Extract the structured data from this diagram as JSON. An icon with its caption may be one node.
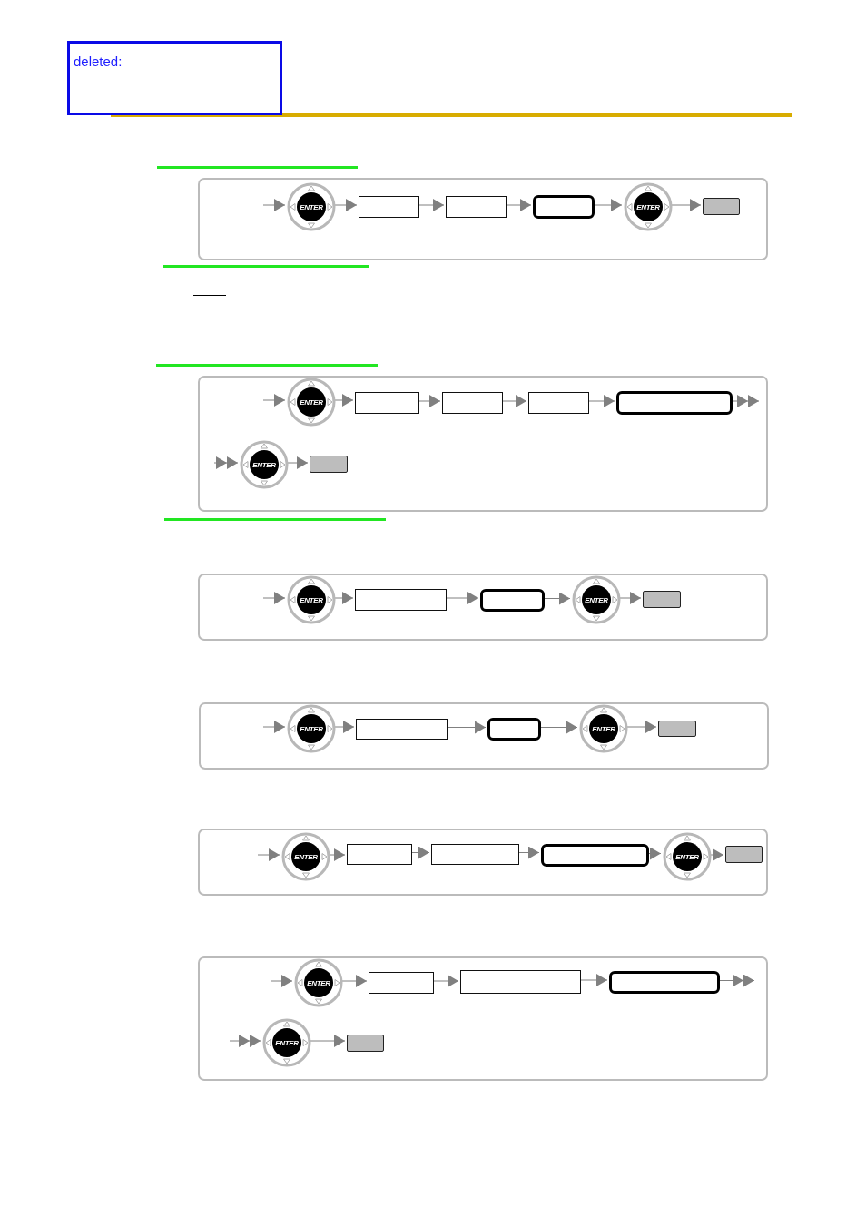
{
  "diagram": {
    "nodes": [
      {
        "text": [],
        "shape": "box"
      },
      {
        "text": [
          "ENTER"
        ],
        "in": 0
      },
      {
        "text": [],
        "shape": "box",
        "in": 0
      },
      {
        "text": [],
        "shape": "box",
        "in": 0
      },
      {
        "text": [],
        "shape": "box",
        "in": 0
      },
      {
        "text": [
          "ENTER"
        ],
        "in": 0
      },
      {
        "text": [],
        "shape": "box",
        "in": 0
      },
      {
        "text": [],
        "shape": "box"
      },
      {
        "text": [
          "ENTER"
        ],
        "in": 7
      },
      {
        "text": [],
        "shape": "box",
        "in": 7
      },
      {
        "text": [],
        "shape": "box",
        "in": 7
      },
      {
        "text": [],
        "shape": "box",
        "in": 7
      },
      {
        "text": [],
        "shape": "box",
        "in": 7
      },
      {
        "text": [
          "ENTER"
        ],
        "in": 7
      },
      {
        "text": [],
        "shape": "box",
        "in": 7
      },
      {
        "text": [],
        "shape": "box"
      },
      {
        "text": [
          "ENTER"
        ],
        "in": 15
      },
      {
        "text": [],
        "shape": "box",
        "in": 15
      },
      {
        "text": [],
        "shape": "box",
        "in": 15
      },
      {
        "text": [
          "ENTER"
        ],
        "in": 15
      },
      {
        "text": [],
        "shape": "box",
        "in": 15
      },
      {
        "text": [],
        "shape": "box"
      },
      {
        "text": [
          "ENTER"
        ],
        "in": 21
      },
      {
        "text": [],
        "shape": "box",
        "in": 21
      },
      {
        "text": [],
        "shape": "box",
        "in": 21
      },
      {
        "text": [
          "ENTER"
        ],
        "in": 21
      },
      {
        "text": [],
        "shape": "box",
        "in": 21
      },
      {
        "text": [],
        "shape": "box"
      },
      {
        "text": [
          "ENTER"
        ],
        "in": 27
      },
      {
        "text": [],
        "shape": "box",
        "in": 27
      },
      {
        "text": [],
        "shape": "box",
        "in": 27
      },
      {
        "text": [],
        "shape": "box",
        "in": 27
      },
      {
        "text": [
          "ENTER"
        ],
        "in": 27
      },
      {
        "text": [],
        "shape": "box",
        "in": 27
      },
      {
        "text": [],
        "shape": "box"
      },
      {
        "text": [
          "ENTER"
        ],
        "in": 34
      },
      {
        "text": [],
        "shape": "box",
        "in": 34
      },
      {
        "text": [],
        "shape": "box",
        "in": 34
      },
      {
        "text": [],
        "shape": "box",
        "in": 34
      },
      {
        "text": [
          "ENTER"
        ],
        "in": 34
      },
      {
        "text": [],
        "shape": "box",
        "in": 34
      }
    ],
    "edges": [
      {
        "from": null,
        "to": 1,
        "arrow": "to"
      },
      {
        "from": 1,
        "to": 2,
        "arrow": "to"
      },
      {
        "from": 2,
        "to": 3,
        "arrow": "to"
      },
      {
        "from": 3,
        "to": 4,
        "arrow": "to"
      },
      {
        "from": 4,
        "to": 5,
        "arrow": "to"
      },
      {
        "from": 5,
        "to": 6,
        "arrow": "to"
      },
      {
        "from": null,
        "to": 8,
        "arrow": "to"
      },
      {
        "from": 8,
        "to": 9,
        "arrow": "to"
      },
      {
        "from": 9,
        "to": 10,
        "arrow": "to"
      },
      {
        "from": 10,
        "to": 11,
        "arrow": "to"
      },
      {
        "from": 11,
        "to": 12,
        "arrow": "to"
      },
      {
        "from": 12,
        "to": null,
        "arrow": "to"
      },
      {
        "from": null,
        "to": 13,
        "arrow": "to"
      },
      {
        "from": 13,
        "to": 14,
        "arrow": "to"
      },
      {
        "from": null,
        "to": 16,
        "arrow": "to"
      },
      {
        "from": 16,
        "to": 17,
        "arrow": "to"
      },
      {
        "from": 17,
        "to": 18,
        "arrow": "to"
      },
      {
        "from": 18,
        "to": 19,
        "arrow": "to"
      },
      {
        "from": 19,
        "to": 20,
        "arrow": "to"
      },
      {
        "from": null,
        "to": 22,
        "arrow": "to"
      },
      {
        "from": 22,
        "to": 23,
        "arrow": "to"
      },
      {
        "from": 23,
        "to": 24,
        "arrow": "to"
      },
      {
        "from": 24,
        "to": 25,
        "arrow": "to"
      },
      {
        "from": 25,
        "to": 26,
        "arrow": "to"
      },
      {
        "from": null,
        "to": 28,
        "arrow": "to"
      },
      {
        "from": 28,
        "to": 29,
        "arrow": "to"
      },
      {
        "from": 29,
        "to": 30,
        "arrow": "to"
      },
      {
        "from": 30,
        "to": 31,
        "arrow": "to"
      },
      {
        "from": 31,
        "to": 32,
        "arrow": "to"
      },
      {
        "from": 32,
        "to": 33,
        "arrow": "to"
      },
      {
        "from": null,
        "to": 35,
        "arrow": "to"
      },
      {
        "from": 35,
        "to": 36,
        "arrow": "to"
      },
      {
        "from": 36,
        "to": 37,
        "arrow": "to"
      },
      {
        "from": 37,
        "to": 38,
        "arrow": "to"
      },
      {
        "from": 38,
        "to": null,
        "arrow": "to"
      },
      {
        "from": null,
        "to": 39,
        "arrow": "to"
      },
      {
        "from": 39,
        "to": 40,
        "arrow": "to"
      }
    ],
    "labels": [
      "deleted:"
    ]
  }
}
